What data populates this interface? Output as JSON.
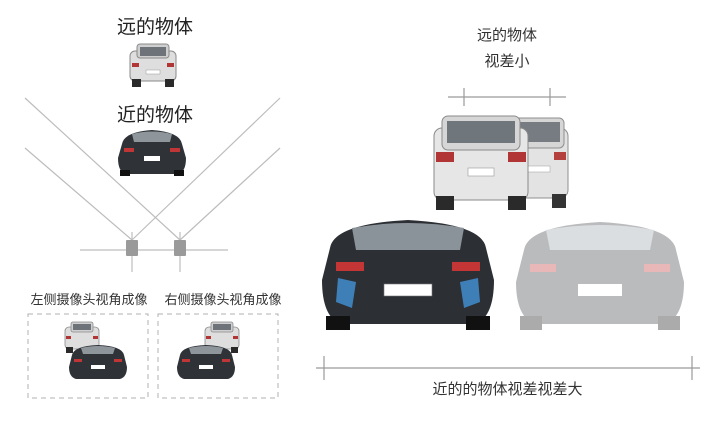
{
  "left": {
    "far_object_label": "远的物体",
    "near_object_label": "近的物体",
    "left_camera_caption": "左侧摄像头视角成像",
    "right_camera_caption": "右侧摄像头视角成像"
  },
  "right": {
    "far_caption_line1": "远的物体",
    "far_caption_line2": "视差小",
    "near_caption": "近的的物体视差视差大"
  },
  "colors": {
    "car_body_light": "#dcdcdc",
    "car_body_dark": "#2f3338",
    "guide_line": "#b8b8b8",
    "text": "#222222"
  },
  "icons": [
    "suv-icon",
    "sports-car-icon",
    "camera-icon"
  ]
}
